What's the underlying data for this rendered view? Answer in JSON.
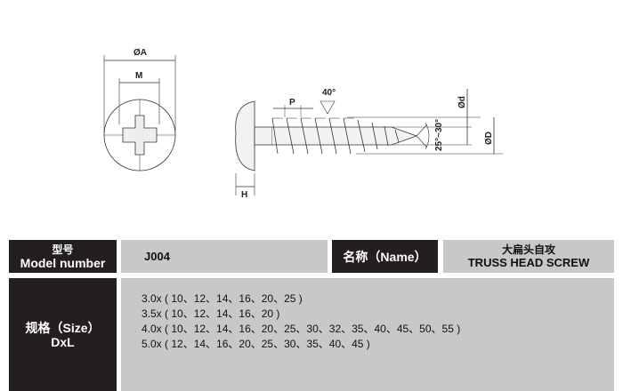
{
  "drawing": {
    "labels": {
      "dia_a": "ØA",
      "m": "M",
      "p": "P",
      "angle_40": "40°",
      "tip_angle": "25°~30°",
      "dia_d_small": "Ød",
      "dia_d_large": "ØD",
      "h": "H"
    }
  },
  "table": {
    "model_label_cn": "型号",
    "model_label_en": "Model number",
    "model_value": "J004",
    "name_label": "名称（Name）",
    "name_value_cn": "大扁头自攻",
    "name_value_en": "TRUSS HEAD SCREW",
    "size_label": "规格（Size）",
    "size_sub": "DxL",
    "sizes": [
      "3.0x ( 10、12、14、16、20、25 )",
      "3.5x ( 10、12、14、16、20 )",
      "4.0x ( 10、12、14、16、20、25、30、32、35、40、45、50、55 )",
      "5.0x ( 12、14、16、20、25、30、35、40、45 )"
    ]
  }
}
